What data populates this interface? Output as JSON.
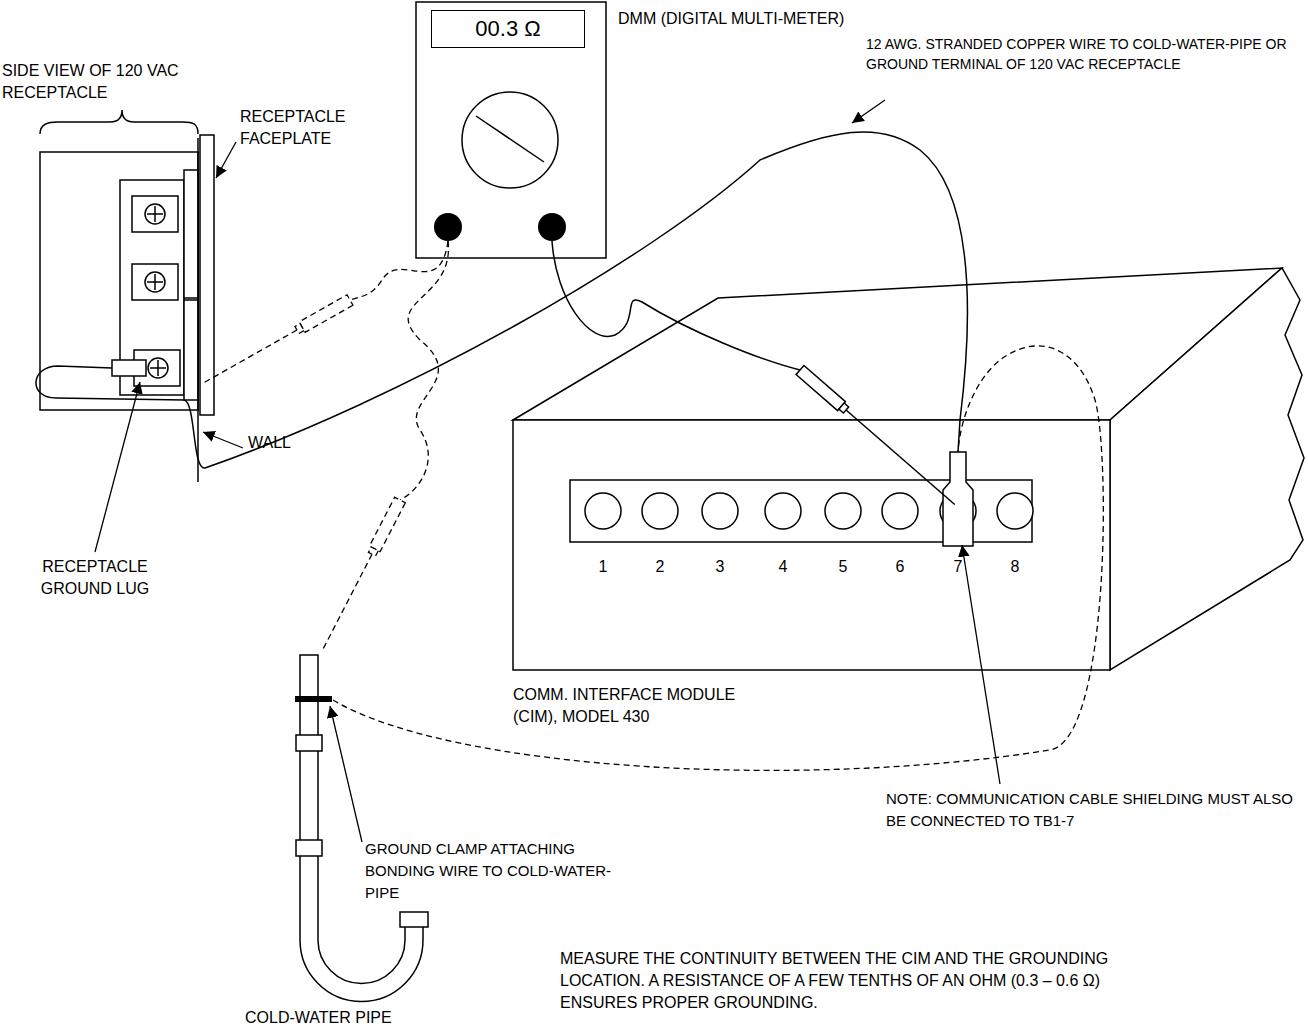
{
  "diagram": {
    "nodes": [
      {
        "text": [
          "00.3 Ω"
        ]
      }
    ],
    "labels": [
      "DMM (DIGITAL MULTI-METER)",
      "SIDE VIEW OF 120 VAC RECEPTACLE",
      "RECEPTACLE FACEPLATE",
      "12 AWG. STRANDED COPPER WIRE TO COLD-WATER-PIPE OR GROUND TERMINAL OF 120 VAC RECEPTACLE",
      "RECEPTACLE GROUND LUG",
      "WALL",
      "1",
      "2",
      "3",
      "4",
      "5",
      "6",
      "7",
      "8",
      "COMM. INTERFACE MODULE (CIM), MODEL 430",
      "NOTE: COMMUNICATION CABLE SHIELDING MUST ALSO BE CONNECTED TO TB1-7",
      "GROUND CLAMP ATTACHING BONDING WIRE TO COLD-WATER-PIPE",
      "COLD-WATER PIPE",
      "MEASURE THE CONTINUITY BETWEEN THE CIM AND THE GROUNDING LOCATION. A RESISTANCE OF A FEW TENTHS OF AN OHM (0.3 – 0.6 Ω) ENSURES PROPER GROUNDING."
    ]
  }
}
